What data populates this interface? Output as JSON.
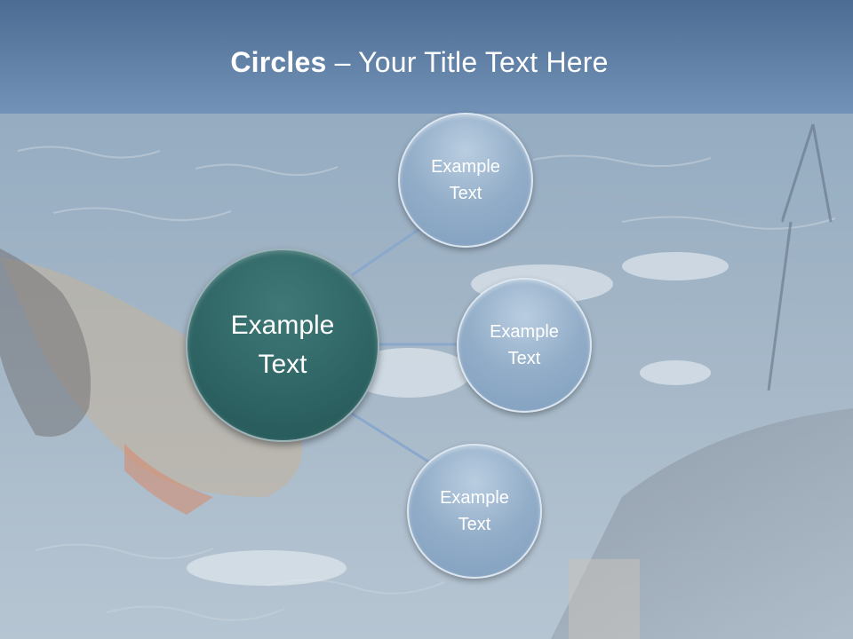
{
  "slide": {
    "title_bold": "Circles",
    "title_rest": " – Your Title Text Here",
    "main_circle": {
      "text": "Example Text"
    },
    "satellites": [
      {
        "text": "Example Text"
      },
      {
        "text": "Example Text"
      },
      {
        "text": "Example Text"
      }
    ]
  },
  "colors": {
    "main_circle": "#2f6565",
    "satellite_circle": "#92adc8",
    "connector": "#8aa8cc",
    "title_text": "#ffffff"
  },
  "background": {
    "description_icon": "sea-fishing-net-photo"
  }
}
